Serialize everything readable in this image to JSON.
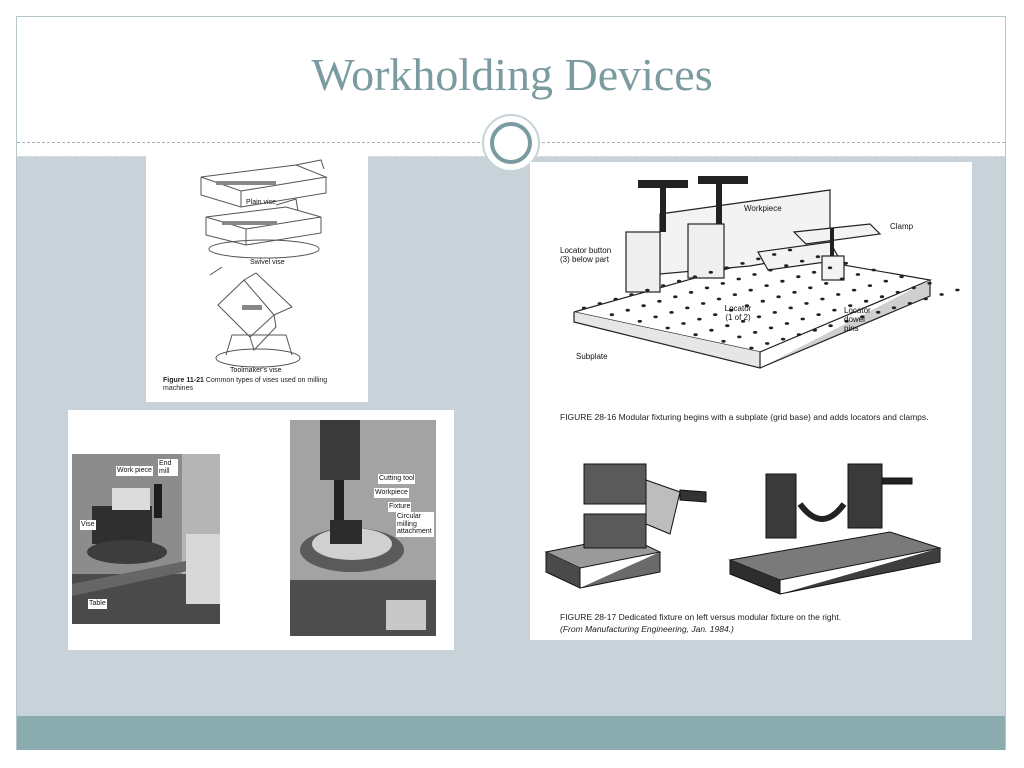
{
  "title": "Workholding Devices",
  "figures": {
    "vises": {
      "sublabels": [
        "Plain vise",
        "Swivel vise",
        "Toolmaker's vise"
      ],
      "caption_number": "Figure 11-21",
      "caption_text": "Common types of vises used on milling machines"
    },
    "milling_photos": {
      "left_labels": {
        "work_piece": "Work piece",
        "end_mill": "End mill",
        "vise": "Vise",
        "table": "Table"
      },
      "right_labels": {
        "cutting_tool": "Cutting tool",
        "workpiece": "Workpiece",
        "fixture": "Fixture",
        "circular_attachment": "Circular milling attachment"
      }
    },
    "modular_fixture": {
      "labels": {
        "workpiece": "Workpiece",
        "clamp": "Clamp",
        "locator_button": "Locator button (3) below part",
        "locator": "Locator (1 of 2)",
        "locator_dowel": "Locator dowel pins",
        "subplate": "Subplate"
      },
      "caption": "FIGURE 28-16  Modular fixturing begins with a subplate (grid base) and adds locators and clamps."
    },
    "dedicated_vs_modular": {
      "caption_line1": "FIGURE 28-17  Dedicated fixture on left versus modular fixture on the right.",
      "caption_line2": "(From Manufacturing Engineering, Jan. 1984.)"
    }
  }
}
